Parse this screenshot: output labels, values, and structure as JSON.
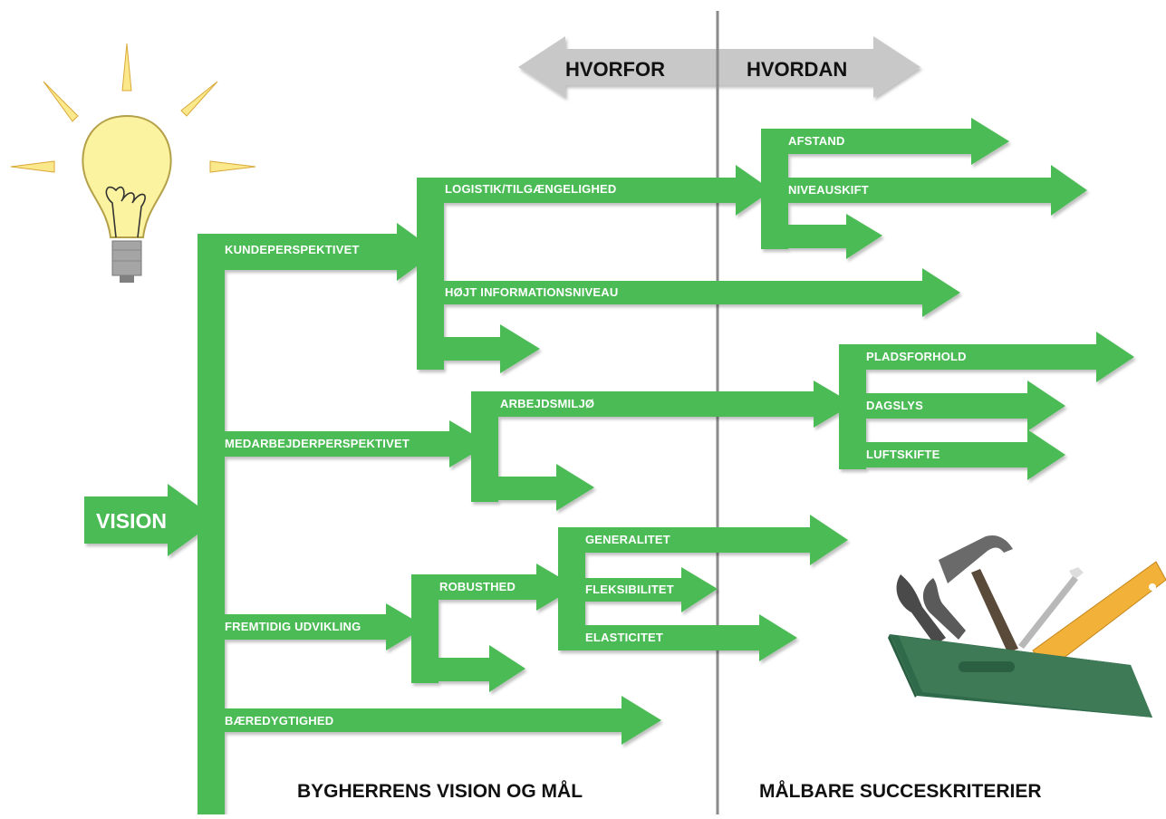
{
  "header": {
    "left_label": "HVORFOR",
    "right_label": "HVORDAN"
  },
  "root": {
    "label": "VISION"
  },
  "perspectives": {
    "kunde": "KUNDEPERSPEKTIVET",
    "medarbejder": "MEDARBEJDERPERSPEKTIVET",
    "fremtid": "FREMTIDIG UDVIKLING",
    "baeredygtighed": "BÆREDYGTIGHED"
  },
  "goals": {
    "logistik": "LOGISTIK/TILGÆNGELIGHED",
    "informationsniveau": "HØJT INFORMATIONSNIVEAU",
    "arbejdsmiljo": "ARBEJDSMILJØ",
    "robusthed": "ROBUSTHED"
  },
  "criteria": {
    "afstand": "AFSTAND",
    "niveauskift": "NIVEAUSKIFT",
    "pladsforhold": "PLADSFORHOLD",
    "dagslys": "DAGSLYS",
    "luftskifte": "LUFTSKIFTE",
    "generalitet": "GENERALITET",
    "fleksibilitet": "FLEKSIBILITET",
    "elasticitet": "ELASTICITET"
  },
  "footer": {
    "left_title": "BYGHERRENS VISION OG MÅL",
    "right_title": "MÅLBARE SUCCESKRITERIER"
  },
  "colors": {
    "arrow_green": "#4cbb55",
    "arrow_shadow": "#3a9c44",
    "header_arrow_gray": "#c8c8c8",
    "divider_gray": "#8a8a8a",
    "bulb_yellow": "#fbf3a0",
    "toolbox_green": "#3f7a57"
  },
  "icons": {
    "left_illustration": "lightbulb-icon",
    "right_illustration": "toolbox-icon"
  }
}
